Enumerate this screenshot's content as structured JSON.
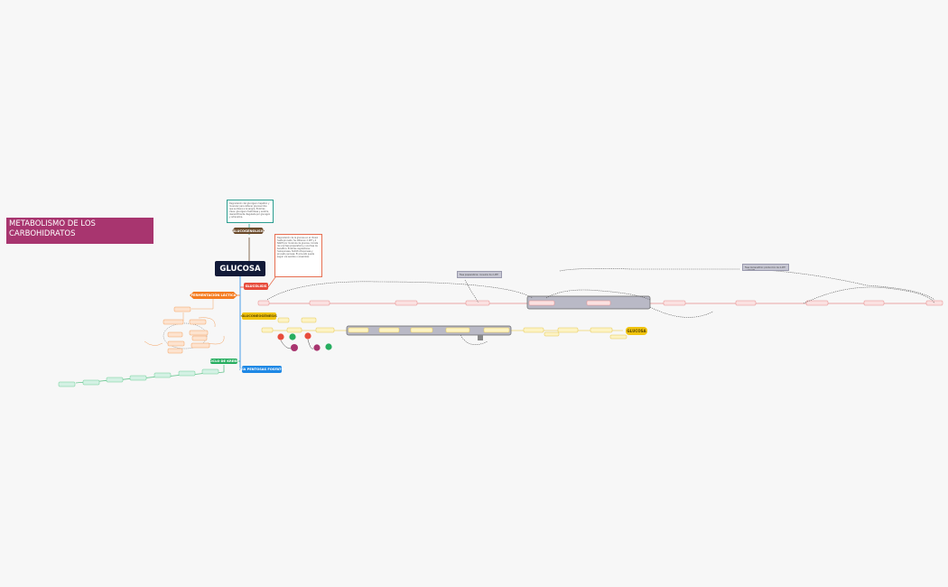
{
  "title": "METABOLISMO DE LOS CARBOHIDRATOS",
  "root": "GLUCOSA",
  "branches": {
    "glucogenolisis": "GLUCOGENOLISIS",
    "glucolisis": "GLUCÓLISIS",
    "fermentacion": "FERMENTACIÓN LÁCTICA",
    "gluconeogenesis": "GLUCONEOGÉNESIS",
    "krebs": "CICLO DE KREBS",
    "pentosas": "VÍA PENTOSAS FOSFATO",
    "glucosa_end": "GLUCOSA"
  },
  "notes": {
    "glucogenolisis_note": "Degradación del glucógeno hepático y muscular para obtener glucosa libre que se libera a la sangre. Enzimas clave: glucógeno fosforilasa y enzima desramificante. Regulada por glucagón y adrenalina.",
    "glucolisis_note": "Degradación de la glucosa en el citosol hasta piruvato. Se obtienen 2 ATP y 2 NADH por molécula de glucosa. Consta de una fase preparatoria y una fase de beneficio. Enzimas reguladoras: hexoquinasa, fosfofructoquinasa y piruvato quinasa. El piruvato puede seguir vía aerobia o anaerobia.",
    "phase_note": "Fase preparatoria: consumo de 2 ATP",
    "ppp_note": "Fase de beneficio: producción de 4 ATP y 2 NADH"
  },
  "colors": {
    "title": "#a8356f",
    "root": "#121a38",
    "glucolisis": "#e74c3c",
    "fermentacion": "#f47c20",
    "gluconeogenesis": "#f1c40f",
    "krebs": "#27ae60",
    "pentosas": "#1e88e5",
    "glucogenolisis": "#6b4a2b"
  }
}
